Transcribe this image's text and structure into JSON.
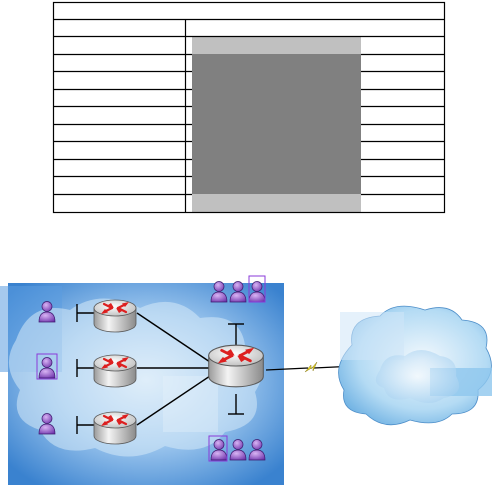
{
  "table": {
    "columns": [
      "",
      ""
    ],
    "rows": [
      [
        "",
        ""
      ],
      [
        "",
        ""
      ],
      [
        "",
        ""
      ],
      [
        "",
        ""
      ],
      [
        "",
        ""
      ],
      [
        "",
        ""
      ],
      [
        "",
        ""
      ],
      [
        "",
        ""
      ],
      [
        "",
        ""
      ],
      [
        "",
        ""
      ]
    ]
  },
  "network": {
    "edge_routers": [
      "router-1",
      "router-2",
      "router-3"
    ],
    "core_router": "core-router",
    "wan_link": "serial-link",
    "user_groups": [
      "user-1",
      "user-2",
      "user-3",
      "user-group-top",
      "user-group-bottom"
    ]
  },
  "colors": {
    "network_area": "#3a82cf",
    "cloud": "#8ec7ee",
    "table_shade_dark": "#808080",
    "table_shade_light": "#c0c0c0",
    "user": "#9a5ad2",
    "router_arrows": "#dd1f1f",
    "link_bolt": "#e8d830"
  }
}
